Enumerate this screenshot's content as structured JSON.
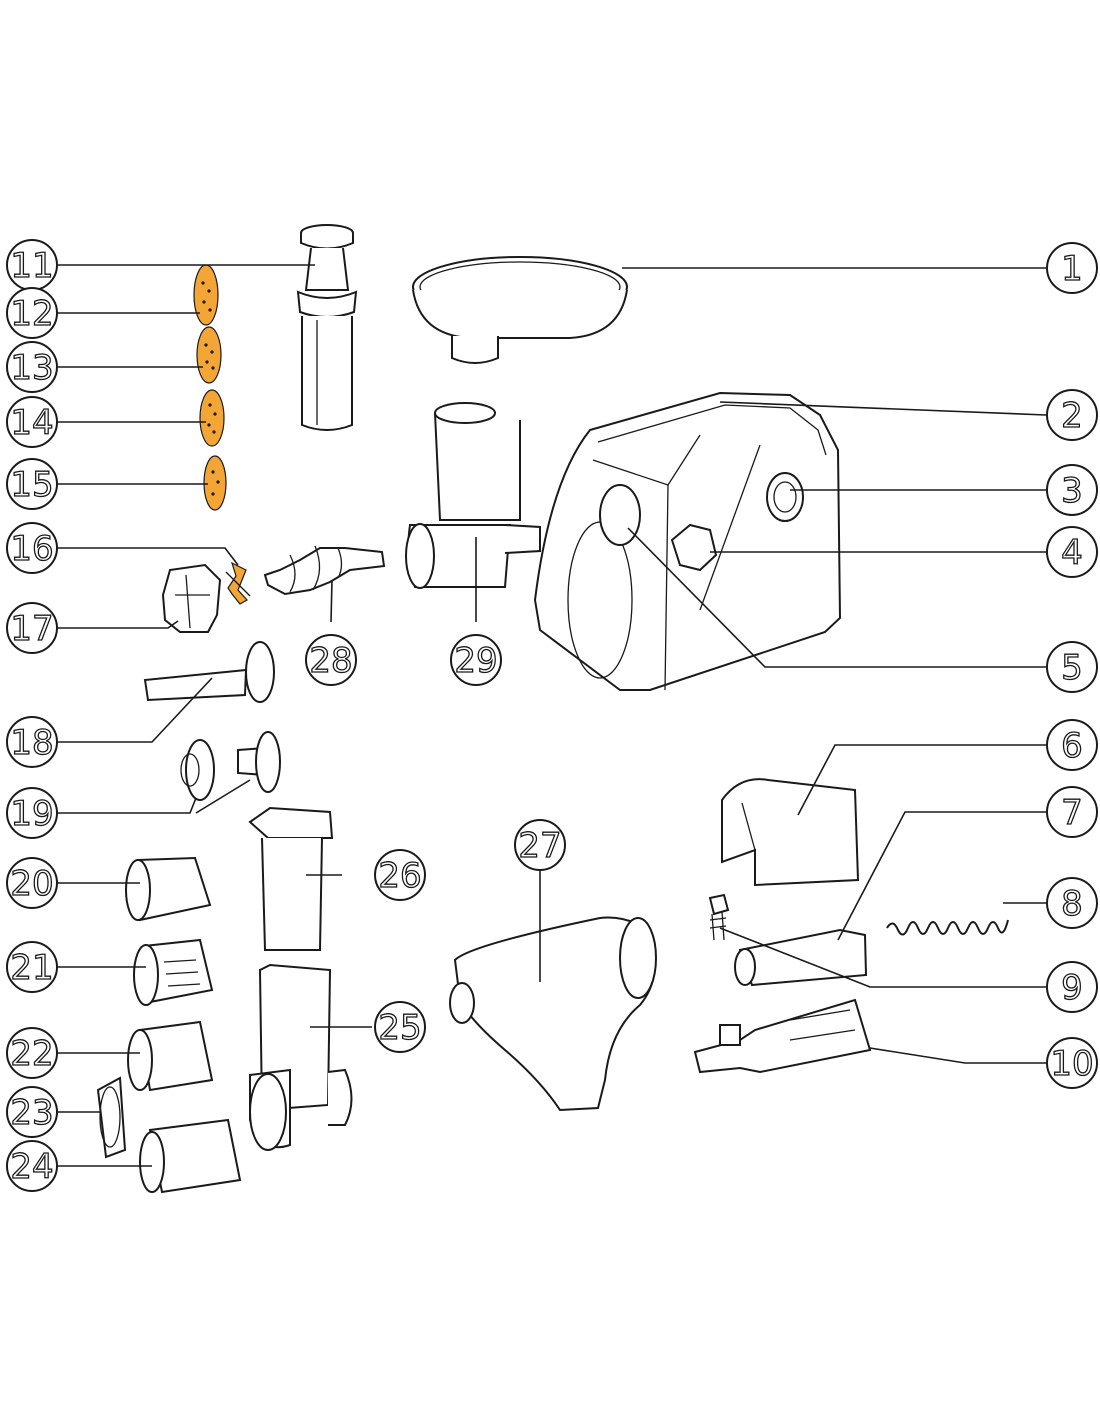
{
  "colors": {
    "line": "#1a1a1a",
    "background": "#ffffff",
    "highlight": "#f3a536"
  },
  "callouts": [
    {
      "id": "c1",
      "label": "1",
      "highlighted": false
    },
    {
      "id": "c2",
      "label": "2",
      "highlighted": false
    },
    {
      "id": "c3",
      "label": "3",
      "highlighted": false
    },
    {
      "id": "c4",
      "label": "4",
      "highlighted": false
    },
    {
      "id": "c5",
      "label": "5",
      "highlighted": false
    },
    {
      "id": "c6",
      "label": "6",
      "highlighted": false
    },
    {
      "id": "c7",
      "label": "7",
      "highlighted": false
    },
    {
      "id": "c8",
      "label": "8",
      "highlighted": false
    },
    {
      "id": "c9",
      "label": "9",
      "highlighted": false
    },
    {
      "id": "c10",
      "label": "10",
      "highlighted": false
    },
    {
      "id": "c11",
      "label": "11",
      "highlighted": false
    },
    {
      "id": "c12",
      "label": "12",
      "highlighted": true
    },
    {
      "id": "c13",
      "label": "13",
      "highlighted": true
    },
    {
      "id": "c14",
      "label": "14",
      "highlighted": true
    },
    {
      "id": "c15",
      "label": "15",
      "highlighted": true
    },
    {
      "id": "c16",
      "label": "16",
      "highlighted": true
    },
    {
      "id": "c17",
      "label": "17",
      "highlighted": false
    },
    {
      "id": "c18",
      "label": "18",
      "highlighted": false
    },
    {
      "id": "c19",
      "label": "19",
      "highlighted": false
    },
    {
      "id": "c20",
      "label": "20",
      "highlighted": false
    },
    {
      "id": "c21",
      "label": "21",
      "highlighted": false
    },
    {
      "id": "c22",
      "label": "22",
      "highlighted": false
    },
    {
      "id": "c23",
      "label": "23",
      "highlighted": false
    },
    {
      "id": "c24",
      "label": "24",
      "highlighted": false
    },
    {
      "id": "c25",
      "label": "25",
      "highlighted": false
    },
    {
      "id": "c26",
      "label": "26",
      "highlighted": false
    },
    {
      "id": "c27",
      "label": "27",
      "highlighted": false
    },
    {
      "id": "c28",
      "label": "28",
      "highlighted": false
    },
    {
      "id": "c29",
      "label": "29",
      "highlighted": false
    }
  ]
}
